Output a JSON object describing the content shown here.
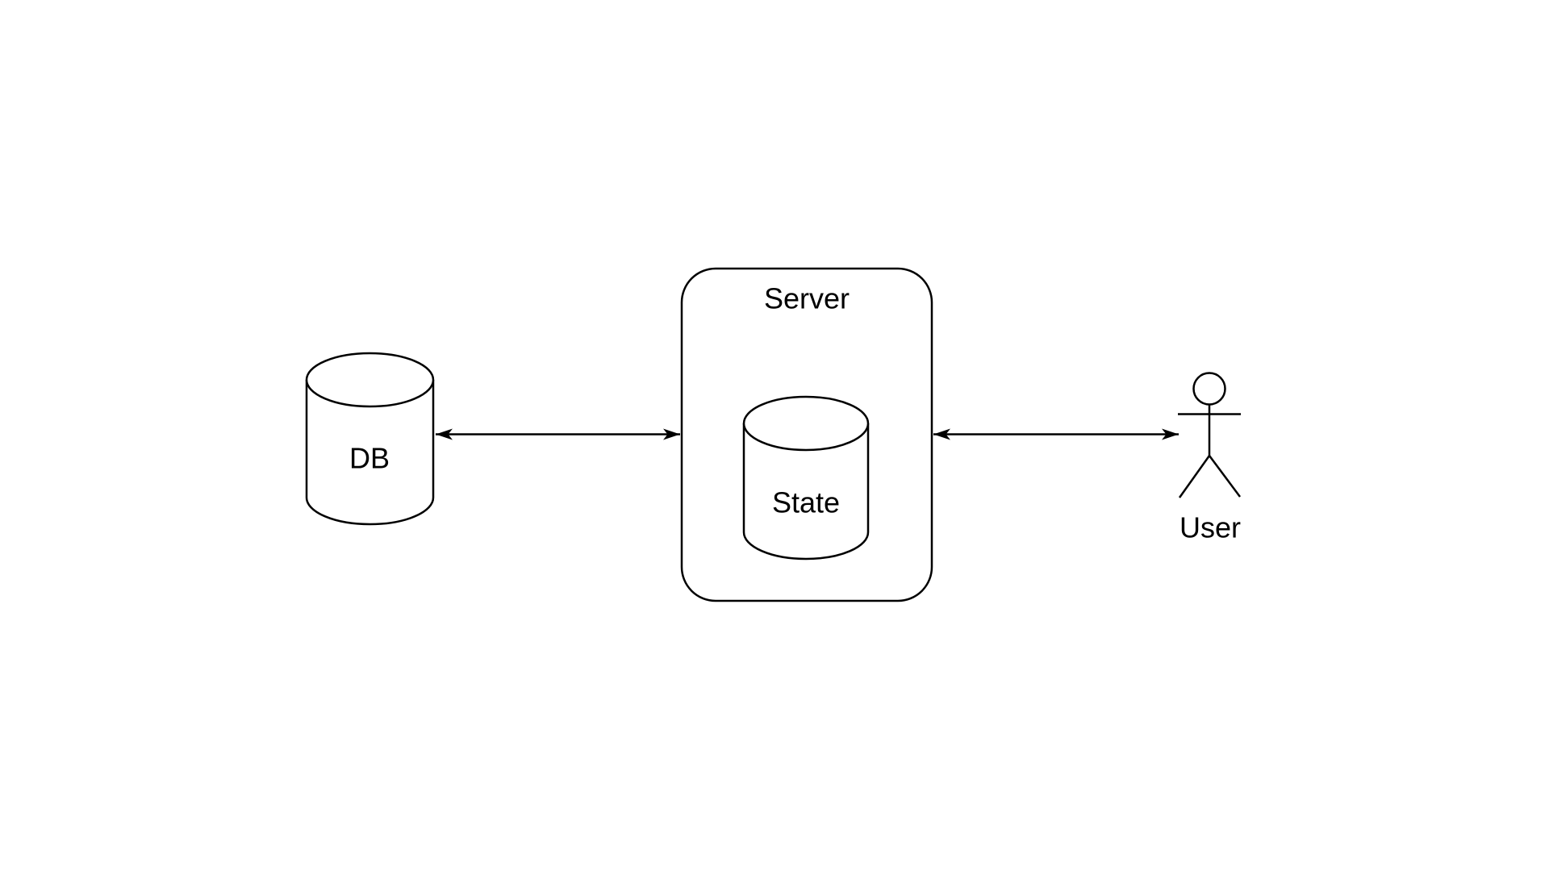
{
  "diagram": {
    "background_color": "#ffffff",
    "stroke_color": "#000000",
    "text_color": "#000000",
    "nodes": {
      "db": {
        "label": "DB",
        "shape": "cylinder"
      },
      "server": {
        "label": "Server",
        "shape": "rounded-rectangle"
      },
      "state": {
        "label": "State",
        "shape": "cylinder",
        "parent": "server"
      },
      "user": {
        "label": "User",
        "shape": "actor"
      }
    },
    "edges": [
      {
        "from": "db",
        "to": "server",
        "direction": "bidirectional",
        "style": "solid"
      },
      {
        "from": "server",
        "to": "user",
        "direction": "bidirectional",
        "style": "solid"
      }
    ]
  }
}
